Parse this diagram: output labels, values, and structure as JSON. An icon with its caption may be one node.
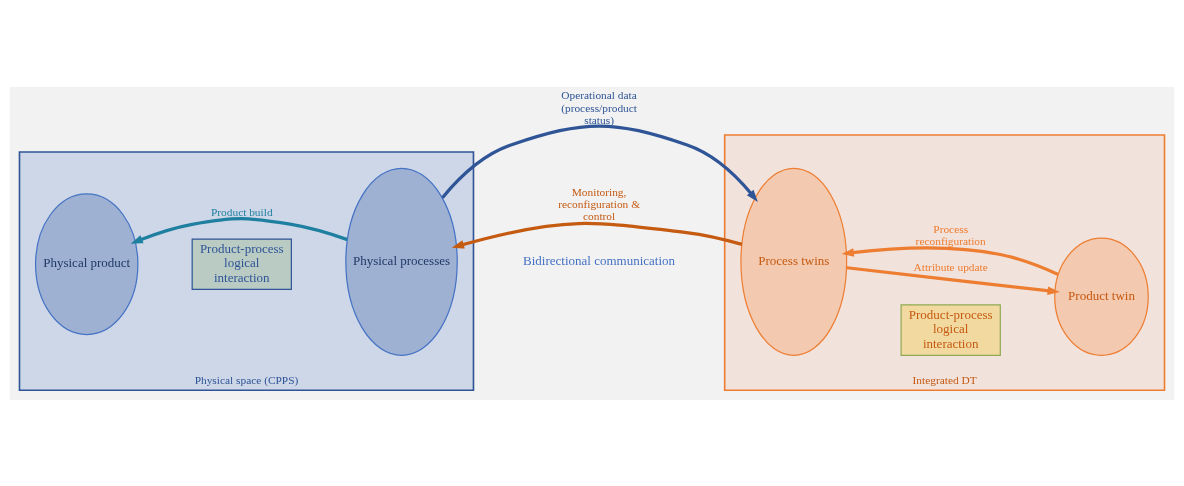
{
  "diagram": {
    "nodes": [
      {
        "text": [
          "Physical space (CPPS)"
        ]
      },
      {
        "text": [
          "Physical product"
        ],
        "in": 0
      },
      {
        "text": [
          "Product-process logical interaction"
        ],
        "in": 0
      },
      {
        "text": [
          "Physical processes"
        ],
        "in": 0
      },
      {
        "text": [
          "Integrated DT"
        ]
      },
      {
        "text": [
          "Process twins"
        ],
        "in": 4
      },
      {
        "text": [
          "Product-process logical interaction"
        ],
        "in": 4
      },
      {
        "text": [
          "Product twin"
        ],
        "in": 4
      }
    ],
    "edges": [
      {
        "from": 3,
        "to": 5,
        "arrow": "to",
        "label": "Operational data (process/product status)",
        "color": "#2f5597"
      },
      {
        "from": 5,
        "to": 3,
        "arrow": "to",
        "label": "Monitoring, reconfiguration & control",
        "color": "#c55a11"
      },
      {
        "from": 3,
        "to": 1,
        "arrow": "to",
        "label": "Product build",
        "color": "#1f7fa0"
      },
      {
        "from": 5,
        "to": 7,
        "arrow": "to",
        "label": "Attribute update",
        "color": "#ed7d31"
      },
      {
        "from": 7,
        "to": 5,
        "arrow": "to",
        "label": "Process reconfiguration",
        "color": "#ed7d31"
      }
    ],
    "labels": [
      "Bidirectional communication"
    ]
  }
}
